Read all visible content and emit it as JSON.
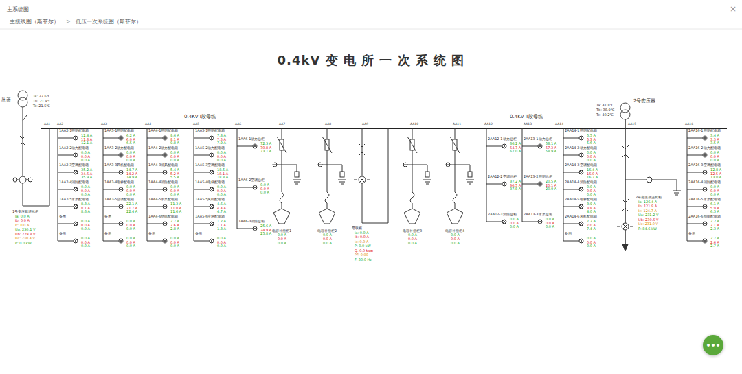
{
  "diagram": {
    "title": "0.4kV 变 电 所 一 次 系 统 图",
    "nodes": [
      {
        "text": [
          "•••"
        ]
      }
    ],
    "labels": [
      "主系统图",
      "×",
      "主接线图（斯菲尔）",
      ">",
      "低压一次系统图（斯菲尔）",
      "0.4KV I段母线",
      "0.4KV II段母线",
      "压器",
      "Ta: 22.6℃",
      "Tb: 21.9℃",
      "Tc: 21.5℃",
      "2号变压器",
      "Ta: 41.8℃",
      "Tb: 38.9℃",
      "Tc: 40.2℃",
      "AA1",
      "AA2",
      "AA3",
      "AA4",
      "AA5",
      "AA6",
      "AA7",
      "AA8",
      "AA9",
      "AA10",
      "AA11",
      "AA12",
      "AA13",
      "AA14",
      "AA15",
      "AA16",
      "1号变压器进线柜",
      "Ia: 0.0 A",
      "Ib: 0.0 A",
      "Ic: 0.0 A",
      "Ua: 230.1 V",
      "Ub: 229.8 V",
      "Uc: 230.4 V",
      "P: 0.0 kW",
      "母联柜",
      "Ia: 0.0 A",
      "Ib: 0.0 A",
      "Ic: 0.0 A",
      "P: 0.0 kW",
      "Q: 0.0 kvar",
      "PF: 0.00",
      "F: 50.0 Hz",
      "2号变压器进线柜",
      "Ia: 126.4 A",
      "Ib: 121.9 A",
      "Ic: 124.7 A",
      "Ua: 231.2 V",
      "Ub: 230.6 V",
      "Uc: 231.0 V",
      "P: 84.6 kW",
      "电容补偿柜1",
      "0.0 A",
      "0.0 A",
      "0.0 A",
      "电容补偿柜2",
      "0.0 A",
      "0.0 A",
      "0.0 A",
      "电容补偿柜3",
      "0.0 A",
      "0.0 A",
      "0.0 A",
      "电容补偿柜4",
      "0.0 A",
      "0.0 A",
      "0.0 A",
      "1AA2-1照明配电箱",
      "12.4 A",
      "11.8 A",
      "12.1 A",
      "1AA2-2动力配电箱",
      "0.0 A",
      "0.0 A",
      "0.0 A",
      "1AA2-3空调配电箱",
      "35.2 A",
      "34.6 A",
      "35.9 A",
      "1AA2-4消防配电箱",
      "0.0 A",
      "0.0 A",
      "0.0 A",
      "1AA2-5水泵配电箱",
      "8.3 A",
      "8.1 A",
      "8.6 A",
      "备用",
      "0.0 A",
      "0.0 A",
      "0.0 A",
      "备用",
      "0.0 A",
      "0.0 A",
      "0.0 A",
      "1AA3-1照明配电箱",
      "6.2 A",
      "6.0 A",
      "6.5 A",
      "1AA3-2动力配电箱",
      "0.0 A",
      "0.0 A",
      "0.0 A",
      "1AA3-3风机配电箱",
      "14.7 A",
      "14.2 A",
      "14.9 A",
      "1AA3-4电梯配电箱",
      "0.0 A",
      "0.0 A",
      "0.0 A",
      "1AA3-5空调配电箱",
      "22.1 A",
      "21.7 A",
      "22.4 A",
      "备用",
      "0.0 A",
      "0.0 A",
      "0.0 A",
      "备用",
      "0.0 A",
      "0.0 A",
      "0.0 A",
      "1AA4-1照明配电箱",
      "9.6 A",
      "9.1 A",
      "9.8 A",
      "1AA4-2动力配电箱",
      "0.0 A",
      "0.0 A",
      "0.0 A",
      "1AA4-3排风配电箱",
      "5.4 A",
      "5.2 A",
      "5.5 A",
      "1AA4-4消防配电箱",
      "0.0 A",
      "0.0 A",
      "0.0 A",
      "1AA4-5水泵配电箱",
      "11.3 A",
      "11.0 A",
      "11.6 A",
      "1AA4-6弱电配电箱",
      "2.7 A",
      "2.6 A",
      "2.8 A",
      "备用",
      "0.0 A",
      "0.0 A",
      "0.0 A",
      "1AA5-1照明配电箱",
      "7.8 A",
      "7.5 A",
      "7.9 A",
      "1AA5-2动力配电箱",
      "0.0 A",
      "0.0 A",
      "0.0 A",
      "1AA5-3空调配电箱",
      "18.5 A",
      "18.1 A",
      "18.8 A",
      "1AA5-4电梯配电箱",
      "0.0 A",
      "0.0 A",
      "0.0 A",
      "1AA5-5风机配电箱",
      "4.6 A",
      "4.4 A",
      "4.7 A",
      "1AA5-6应急配电箱",
      "1.2 A",
      "1.1 A",
      "1.3 A",
      "备用",
      "0.0 A",
      "0.0 A",
      "0.0 A",
      "1AA6-1动力总柜",
      "72.3 A",
      "70.8 A",
      "73.1 A",
      "1AA6-2空调总柜",
      "0.0 A",
      "0.0 A",
      "0.0 A",
      "1AA6-3消防总柜",
      "25.6 A",
      "24.9 A",
      "25.8 A",
      "2AA12-1动力总柜",
      "66.2 A",
      "64.7 A",
      "67.0 A",
      "2AA12-2空调总柜",
      "37.2 A",
      "36.5 A",
      "37.8 A",
      "2AA12-3消防总柜",
      "0.0 A",
      "0.0 A",
      "0.0 A",
      "2AA13-1动力总柜",
      "58.1 A",
      "57.3 A",
      "58.9 A",
      "2AA13-2照明总柜",
      "20.5 A",
      "20.1 A",
      "20.9 A",
      "2AA13-3水泵总柜",
      "0.0 A",
      "0.0 A",
      "0.0 A",
      "2AA14-1照明配电箱",
      "5.5 A",
      "5.3 A",
      "5.6 A",
      "2AA14-2动力配电箱",
      "0.0 A",
      "0.0 A",
      "0.0 A",
      "2AA14-3空调配电箱",
      "16.4 A",
      "16.0 A",
      "16.7 A",
      "2AA14-4消防配电箱",
      "0.0 A",
      "0.0 A",
      "0.0 A",
      "2AA14-5电梯配电箱",
      "3.9 A",
      "3.8 A",
      "4.0 A",
      "2AA14-6风机配电箱",
      "7.2 A",
      "7.0 A",
      "7.4 A",
      "备用",
      "0.0 A",
      "0.0 A",
      "0.0 A",
      "2AA16-1照明配电箱",
      "3.4 A",
      "3.3 A",
      "3.5 A",
      "2AA16-2动力配电箱",
      "0.0 A",
      "0.0 A",
      "0.0 A",
      "2AA16-3空调配电箱",
      "12.8 A",
      "12.5 A",
      "13.0 A",
      "2AA16-4消防配电箱",
      "0.0 A",
      "0.0 A",
      "0.0 A",
      "2AA16-5水泵配电箱",
      "6.1 A",
      "5.9 A",
      "6.3 A",
      "2AA16-6弱电配电箱",
      "2.2 A",
      "2.1 A",
      "2.3 A",
      "备用",
      "2.7 A",
      "2.6 A",
      "2.7 A"
    ]
  }
}
